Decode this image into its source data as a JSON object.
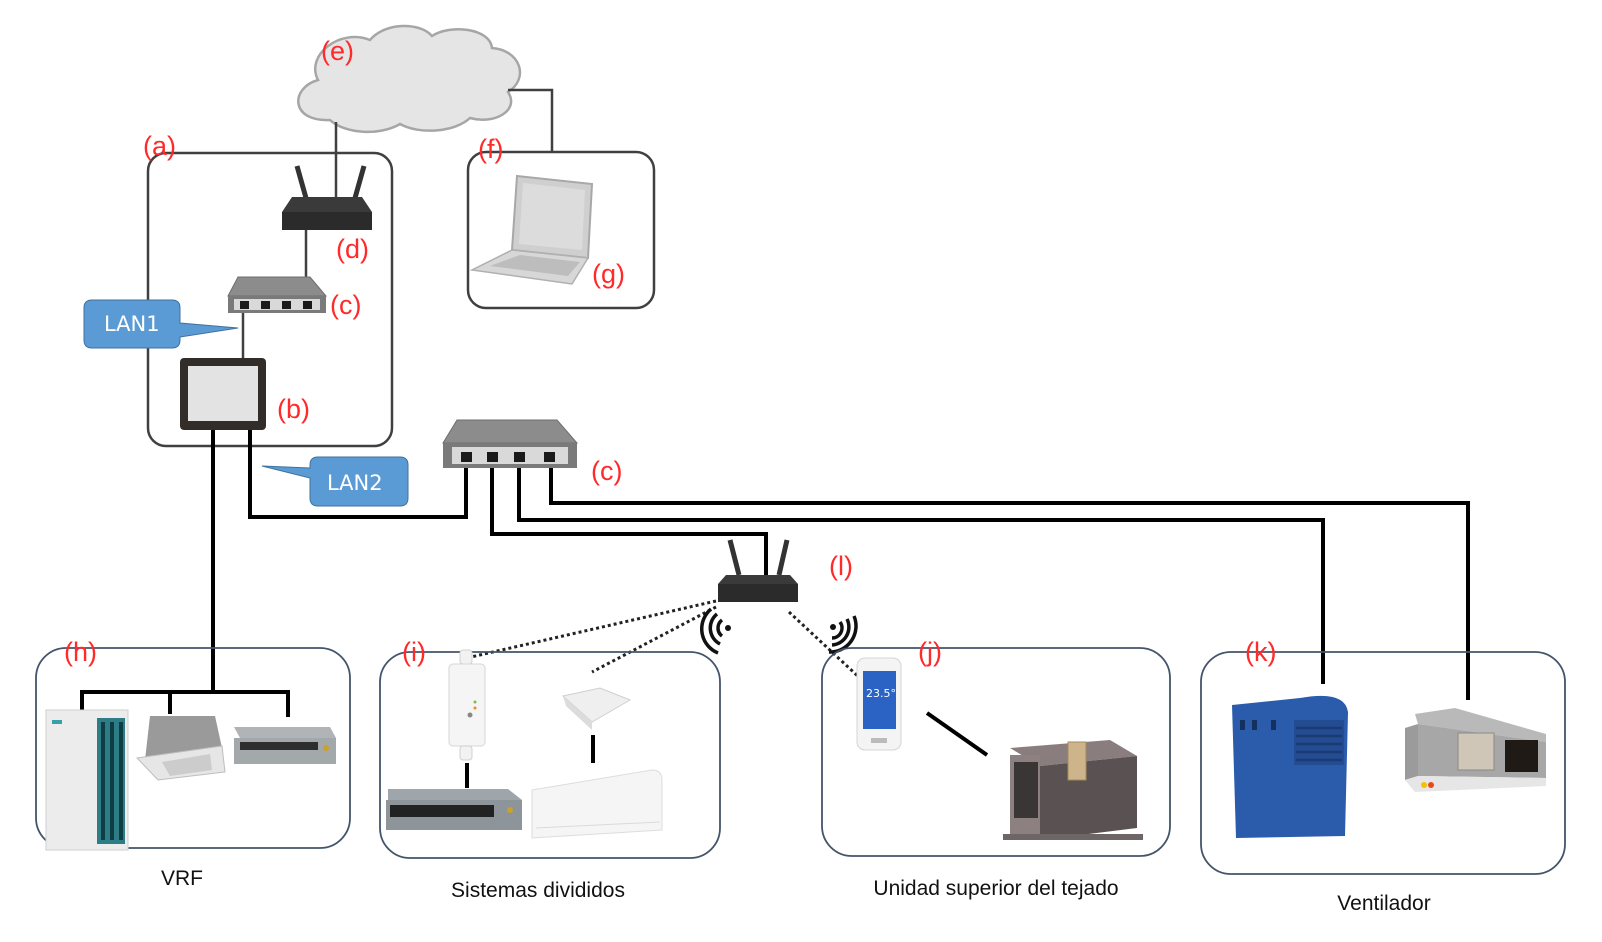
{
  "diagram": {
    "title": "HVAC network topology",
    "colors": {
      "label": "#ff2a2a",
      "lan_callout": "#5b9bd5",
      "cloud_fill": "#e5e5e5",
      "cloud_stroke": "#a6a6a6",
      "group_border": "#44546a",
      "wire": "#000000",
      "device_dark": "#333333",
      "switch_gray": "#8c8c8c"
    },
    "labels": {
      "a": "(a)",
      "b": "(b)",
      "c_inner": "(c)",
      "c_outer": "(c)",
      "d": "(d)",
      "e": "(e)",
      "f": "(f)",
      "g": "(g)",
      "h": "(h)",
      "i": "(i)",
      "j": "(j)",
      "k": "(k)",
      "l": "(l)"
    },
    "callouts": {
      "lan1": "LAN1",
      "lan2": "LAN2"
    },
    "captions": {
      "vrf": "VRF",
      "split": "Sistemas divididos",
      "rooftop": "Unidad superior del tejado",
      "ventilator": "Ventilador"
    },
    "thermostat_reading": "23.5°",
    "nodes": [
      {
        "id": "e",
        "type": "cloud",
        "name": "Internet / Cloud"
      },
      {
        "id": "d",
        "type": "router",
        "name": "Router"
      },
      {
        "id": "c",
        "type": "switch",
        "name": "Hub (LAN1)"
      },
      {
        "id": "b",
        "type": "touch-panel",
        "name": "Controller"
      },
      {
        "id": "f",
        "type": "group",
        "name": "Remote site"
      },
      {
        "id": "g",
        "type": "laptop",
        "name": "PC"
      },
      {
        "id": "c2",
        "type": "switch",
        "name": "Hub (LAN2)"
      },
      {
        "id": "l",
        "type": "wifi-router",
        "name": "Wireless router"
      },
      {
        "id": "h",
        "type": "group",
        "name": "VRF"
      },
      {
        "id": "i",
        "type": "group",
        "name": "Sistemas divididos"
      },
      {
        "id": "j",
        "type": "group",
        "name": "Unidad superior del tejado"
      },
      {
        "id": "k",
        "type": "group",
        "name": "Ventilador"
      }
    ]
  }
}
